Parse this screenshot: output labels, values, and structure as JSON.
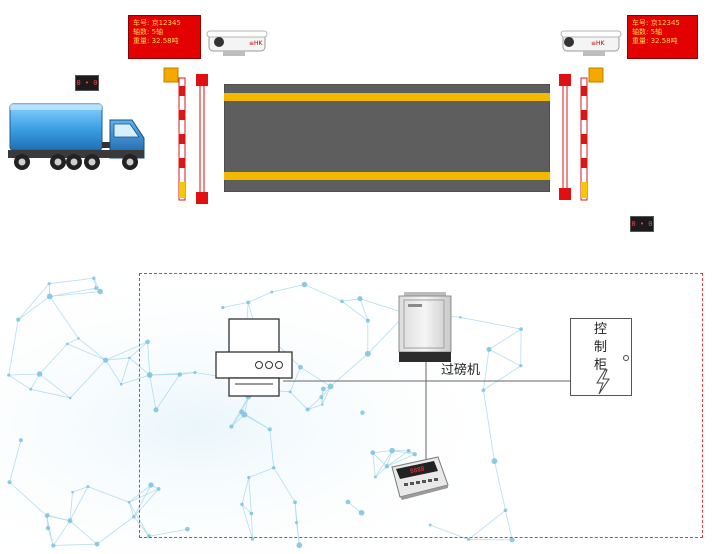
{
  "led_display_left": {
    "line1": "车号: 京12345",
    "line2": "轴数: 5轴",
    "line3": "重量: 32.58吨"
  },
  "led_display_right": {
    "line1": "车号: 京12345",
    "line2": "轴数: 5轴",
    "line3": "重量: 32.58吨"
  },
  "traffic_light_left": {
    "text": "0 • 0"
  },
  "traffic_light_right": {
    "text": "0 • 0"
  },
  "camera_left": {
    "logo": "≡HK"
  },
  "camera_right": {
    "logo": "≡HK"
  },
  "weighing_computer": {
    "label": "过磅机"
  },
  "control_cabinet": {
    "label_chars": [
      "控",
      "制",
      "柜"
    ]
  },
  "indicator": {
    "display": "8888"
  },
  "colors": {
    "dashed_border": "#e8383d",
    "scale_stripe": "#f5b800",
    "scale_body": "#5e5e5e",
    "led_bg": "#e30000",
    "barrier_red": "#d81818"
  }
}
